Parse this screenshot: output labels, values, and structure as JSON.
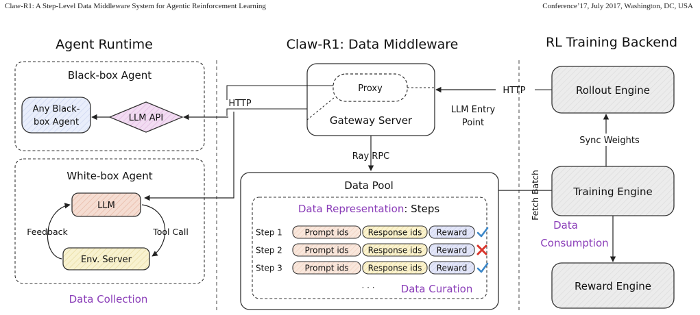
{
  "header": {
    "left": "Claw-R1: A Step-Level Data Middleware System for Agentic Reinforcement Learning",
    "right": "Conference’17, July 2017, Washington, DC, USA"
  },
  "sections": {
    "agent_runtime": "Agent Runtime",
    "middleware": "Claw-R1: Data Middleware",
    "backend": "RL Training Backend"
  },
  "blackbox": {
    "title": "Black-box Agent",
    "agent_line1": "Any Black-",
    "agent_line2": "box Agent",
    "llm_api": "LLM API"
  },
  "whitebox": {
    "title": "White-box Agent",
    "llm": "LLM",
    "env": "Env. Server",
    "feedback": "Feedback",
    "tool_call": "Tool Call"
  },
  "labels": {
    "data_collection": "Data Collection",
    "http_left": "HTTP",
    "http_right": "HTTP",
    "llm_entry_1": "LLM Entry",
    "llm_entry_2": "Point",
    "ray_rpc": "Ray RPC",
    "sync_weights": "Sync Weights",
    "fetch_batch": "Fetch Batch",
    "data_consumption_1": "Data",
    "data_consumption_2": "Consumption"
  },
  "gateway": {
    "proxy": "Proxy",
    "server": "Gateway Server"
  },
  "datapool": {
    "title": "Data Pool",
    "repr_highlight": "Data Representation",
    "repr_rest": ": Steps",
    "dots": "· · ·",
    "curation": "Data Curation",
    "cells": [
      "Prompt ids",
      "Response ids",
      "Reward"
    ],
    "steps": [
      {
        "label": "Step 1",
        "status": "check"
      },
      {
        "label": "Step 2",
        "status": "cross"
      },
      {
        "label": "Step 3",
        "status": "check"
      }
    ]
  },
  "backend": {
    "rollout": "Rollout Engine",
    "training": "Training Engine",
    "reward": "Reward Engine"
  },
  "colors": {
    "accent": "#8a3db8",
    "llm_fill": "#f5ddd2",
    "env_fill": "#f8f2d0",
    "agent_fill": "#e9eefb",
    "diamond_fill": "#f2dcf2",
    "prompt_fill": "#f9e7dc",
    "response_fill": "#fbf3cf",
    "reward_fill": "#e3e6f8",
    "engine_fill": "#ececec",
    "check": "#3a86c8",
    "cross": "#d9342b"
  }
}
